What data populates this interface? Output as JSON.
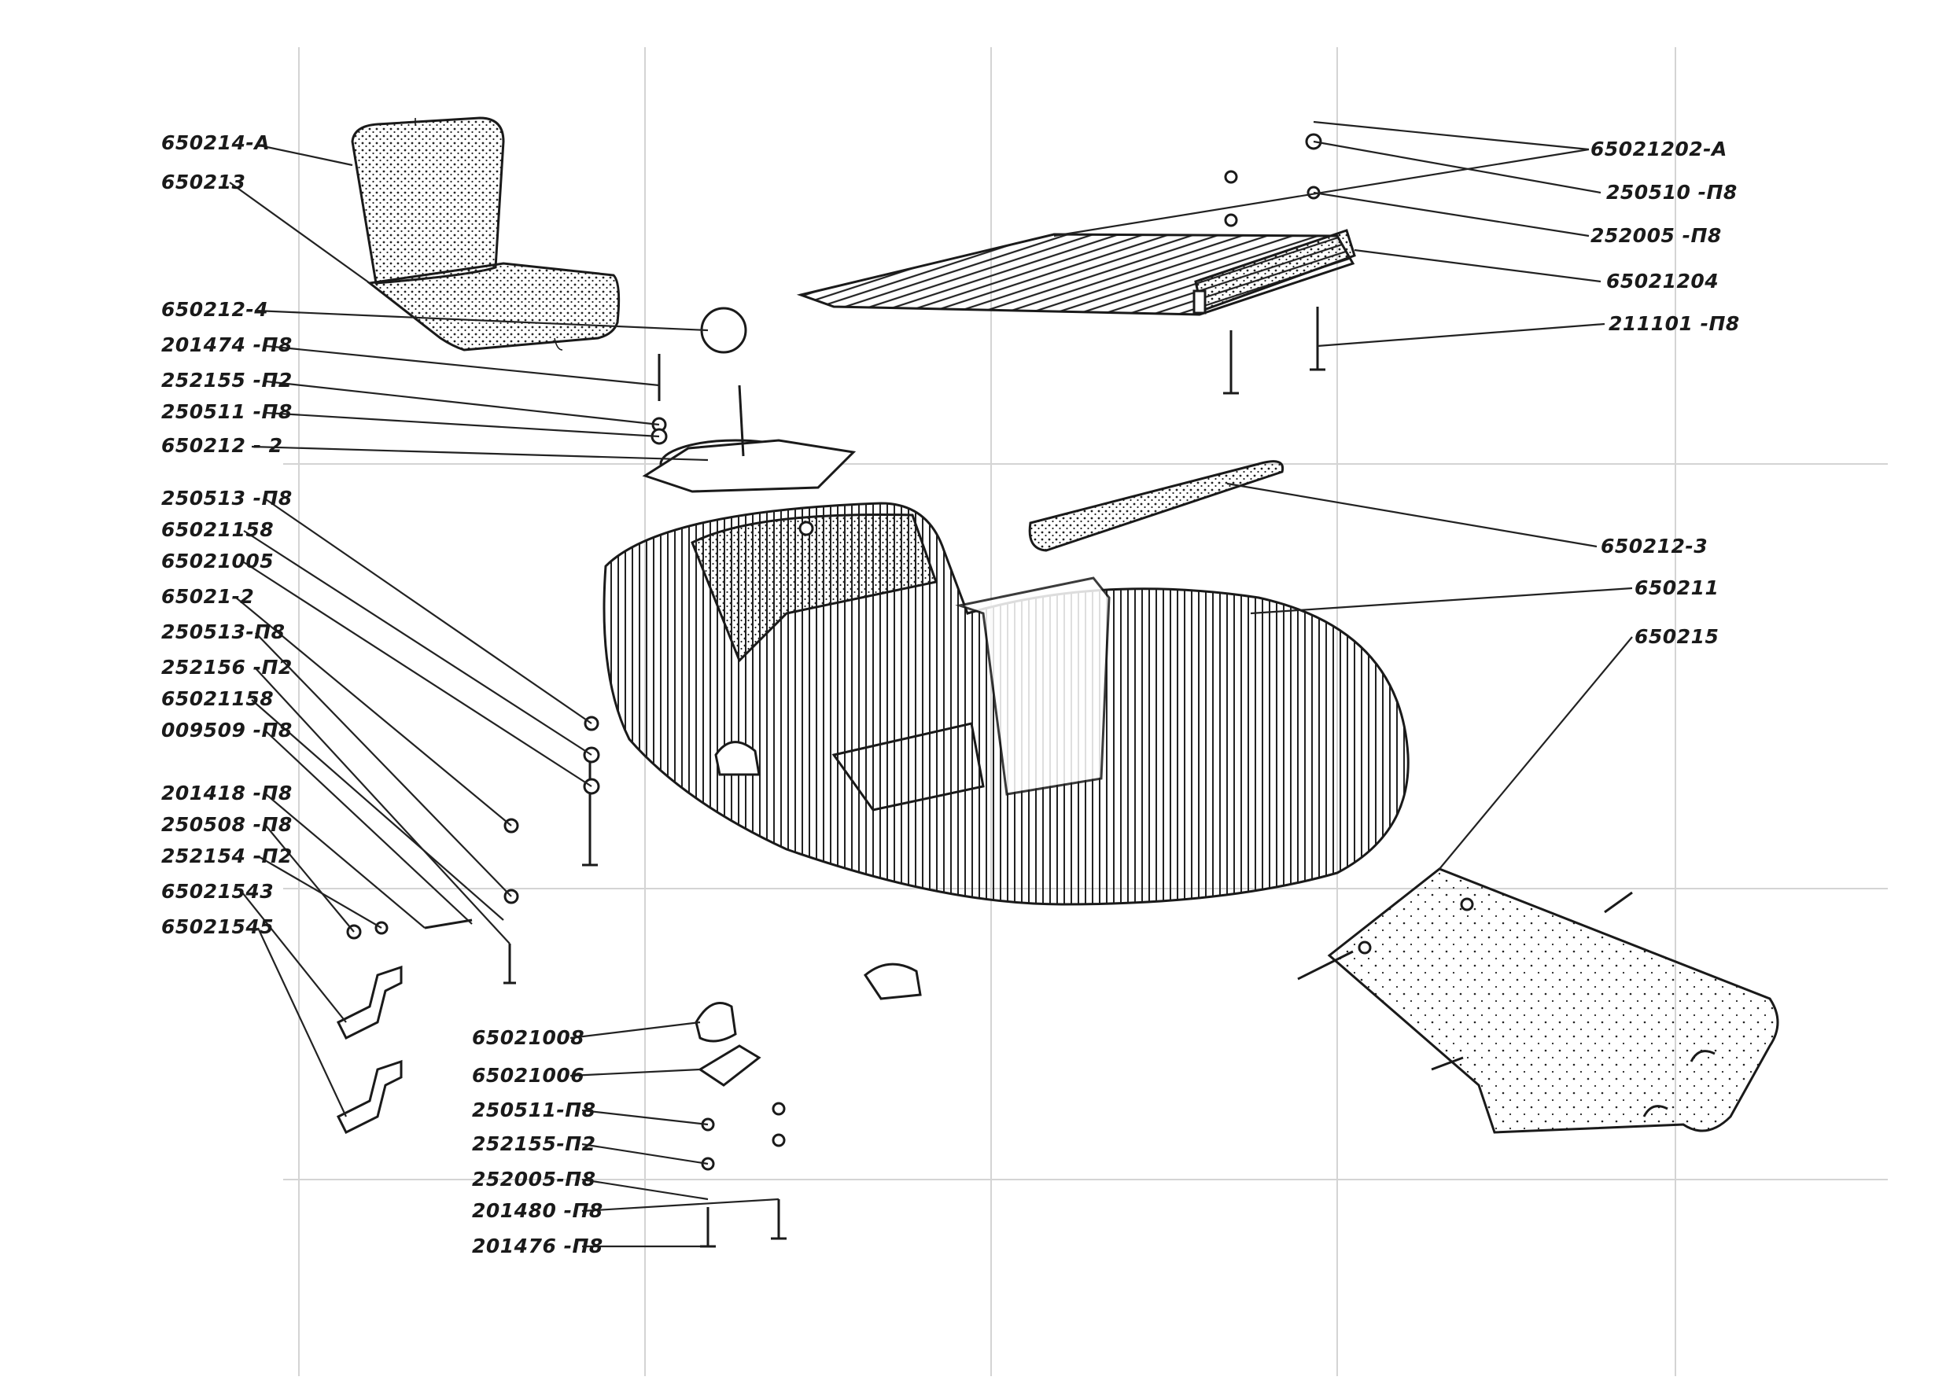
{
  "labels_left": [
    "650214-A",
    "650213",
    "650212-4",
    "201474 -П8",
    "252155 -П2",
    "250511 -П8",
    "650212 - 2",
    "250513 -П8",
    "65021158",
    "65021005",
    "65021-2",
    "250513-П8",
    "252156 -П2",
    "65021158",
    "009509 -П8",
    "201418 -П8",
    "250508 -П8",
    "252154 -П2",
    "65021543",
    "65021545"
  ],
  "labels_right": [
    "65021202-A",
    "250510 -П8",
    "252005 -П8",
    "65021204",
    "211101 -П8",
    "650212-3",
    "650211",
    "650215"
  ],
  "labels_bottom": [
    "65021008",
    "65021006",
    "250511-П8",
    "252155-П2",
    "252005-П8",
    "201480 -П8",
    "201476 -П8"
  ],
  "parts": {
    "seat": "seat-icon",
    "floor_board": "floor-board-icon",
    "sidecar_body": "sidecar-body-icon",
    "bracket": "bracket-icon",
    "floor_mat": "floor-mat-icon",
    "tonneau_cover": "tonneau-cover-icon",
    "spare_wheel_mount": "mount-plate-icon"
  },
  "colors": {
    "ink": "#1a1a1a",
    "paper": "#ffffff",
    "ghost": "#d4d4d4"
  }
}
